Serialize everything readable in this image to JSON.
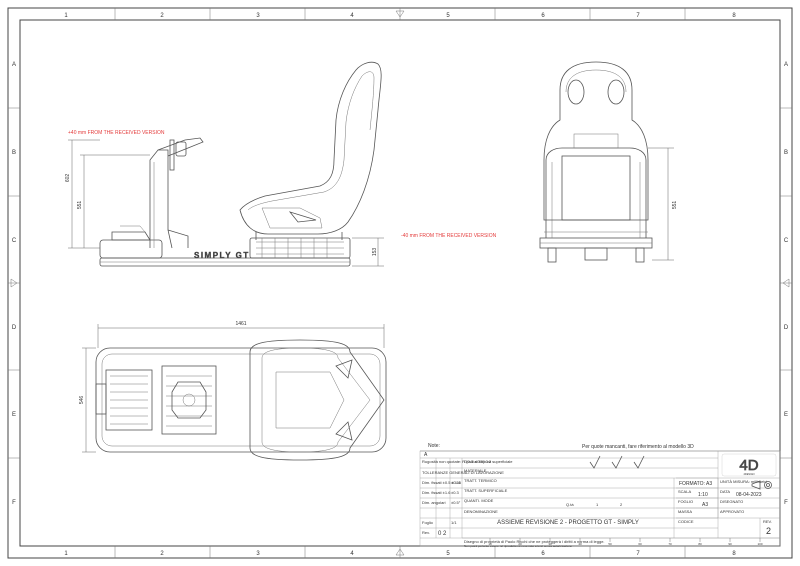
{
  "grid": {
    "columns": [
      "1",
      "2",
      "3",
      "4",
      "5",
      "6",
      "7",
      "8"
    ],
    "rows": [
      "A",
      "B",
      "C",
      "D",
      "E",
      "F"
    ]
  },
  "dimensions": {
    "height_total": "602",
    "height_frame": "551",
    "height_base": "153",
    "height_front": "551",
    "length_total": "1461",
    "width_total": "546"
  },
  "annotations": {
    "top_note": "+40 mm FROM THE RECEIVED VERSION",
    "base_note": "-40 mm FROM THE RECEIVED VERSION",
    "brand_on_base": "SIMPLY GT"
  },
  "notes": {
    "label": "Note:",
    "missing_quotes": "Per quote mancanti, fare riferimento al modello 3D"
  },
  "title_block": {
    "col_label": "A",
    "surface_finish": "Gradi di finitura superficiale",
    "roughness": "Rugosità non quotate: R (0.3 a 0.5) 3.2",
    "tolerances": "TOLLERANZE GENERALI DI LAVORAZIONE",
    "dim_range_1": "Dim. fissati ±0.5 ± 1.6",
    "dim_range_2": "Dim. fissati ±1.6",
    "tol_1": "±0.15",
    "tol_2": "±0.3",
    "material_label": "MATERIALE",
    "treatment_label": "TRATT. TERMICO",
    "surface_treatment": "TRATT. SUPERFICIALE",
    "weight_label": "Dim. angolari",
    "angle_tol": "±0.5°",
    "quality": "QUANTI. MODE",
    "quantity_label": "Q.tà",
    "quantity_value": "1",
    "scale_value": "2",
    "description_label": "DENOMINAZIONE",
    "sheet_label": "Foglio",
    "sheet_value": "1/1",
    "revision_label": "Rev.",
    "revision_value": "0 2",
    "title": "ASSIEME REVISIONE 2 - PROGETTO GT - SIMPLY",
    "format_label": "FORMATO: A3",
    "scale_label": "SCALA",
    "scale": "1:10",
    "date_label": "DATA",
    "date": "08-04-2023",
    "sheet_size_label": "FOGLIO",
    "sheet_size": "A3",
    "designer_label": "DISEGNATO",
    "approved_label": "APPROVATO",
    "checked_label": "MASSA",
    "code_label": "CODICE",
    "rev_label": "REV.",
    "rev_number": "2",
    "unit_label": "UNITÀ MISURA: millimetri",
    "copyright": "Disegno di proprietà di Paolo Ricchi che ne proteggerà i diritti a norma di legge.",
    "copyright_2": "Non potrà pertanto essere né riprodotto né reso noto a terzi senza autorizzazione",
    "logo": "4D",
    "logo_sub": "4DESIGN",
    "scale_ruler": [
      "10",
      "20",
      "30",
      "40",
      "50",
      "60",
      "70",
      "80",
      "90",
      "100"
    ]
  }
}
